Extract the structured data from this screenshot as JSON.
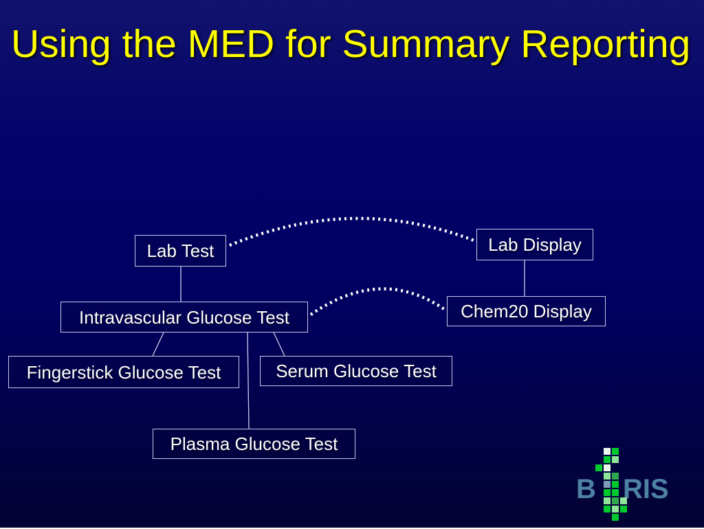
{
  "slide": {
    "title": "Using the MED for Summary Reporting"
  },
  "diagram": {
    "lab_test": {
      "label": "Lab Test"
    },
    "lab_display": {
      "label": "Lab Display"
    },
    "intravascular": {
      "label": "Intravascular Glucose Test"
    },
    "chem20": {
      "label": "Chem20 Display"
    },
    "fingerstick": {
      "label": "Fingerstick Glucose Test"
    },
    "serum": {
      "label": "Serum Glucose Test"
    },
    "plasma": {
      "label": "Plasma Glucose Test"
    },
    "solid_links": [
      [
        "lab_test",
        "intravascular"
      ],
      [
        "lab_display",
        "chem20"
      ],
      [
        "intravascular",
        "fingerstick"
      ],
      [
        "intravascular",
        "plasma"
      ],
      [
        "intravascular",
        "serum"
      ]
    ],
    "dotted_links": [
      [
        "lab_test",
        "lab_display"
      ],
      [
        "intravascular",
        "chem20"
      ]
    ]
  },
  "logo": {
    "letter_b": "B",
    "letters_ris": "RIS",
    "colors": {
      "1": "#00cb2e",
      "2": "#90e598",
      "3": "#ebf9eb",
      "4": "#2fa94e",
      "5": "#7d9cba"
    },
    "pattern": [
      [
        0,
        3,
        1,
        0
      ],
      [
        0,
        1,
        2,
        0
      ],
      [
        1,
        3,
        0,
        0
      ],
      [
        0,
        2,
        4,
        0
      ],
      [
        0,
        5,
        1,
        0
      ],
      [
        0,
        1,
        1,
        0
      ],
      [
        0,
        2,
        4,
        2
      ],
      [
        0,
        1,
        2,
        1
      ],
      [
        0,
        0,
        1,
        0
      ]
    ]
  },
  "theme": {
    "background_top": "#12126c",
    "background_mid": "#000060",
    "background_bottom": "#020233",
    "title_color": "#ffff00",
    "box_border": "#c6cbe9",
    "box_text": "#ffffff",
    "connector_color": "#c9cdec",
    "dotted_color": "#ffffff",
    "logo_text_color": "#4e82a2"
  }
}
